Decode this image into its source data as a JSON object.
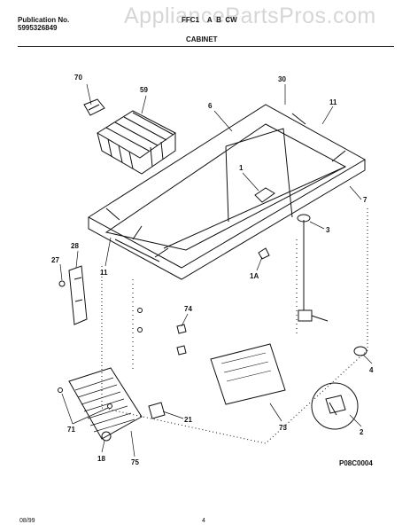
{
  "header": {
    "publication_label": "Publication No.",
    "publication_number": "5995326849",
    "model": "FFC1    A  B  CW"
  },
  "watermark": "AppliancePartsPros.com",
  "section_title": "CABINET",
  "callouts": {
    "p70": "70",
    "p59": "59",
    "p30": "30",
    "p6": "6",
    "p11a": "11",
    "p1": "1",
    "p7": "7",
    "p3": "3",
    "p28": "28",
    "p27": "27",
    "p11b": "11",
    "p1A": "1A",
    "p74": "74",
    "p4": "4",
    "p73": "73",
    "p2": "2",
    "p21": "21",
    "p71": "71",
    "p18": "18",
    "p75": "75"
  },
  "drawing_code": "P08C0004",
  "footer": {
    "date": "08/99",
    "page": "4"
  },
  "colors": {
    "ink": "#111111",
    "watermark": "#d6d6d6",
    "background": "#ffffff"
  }
}
